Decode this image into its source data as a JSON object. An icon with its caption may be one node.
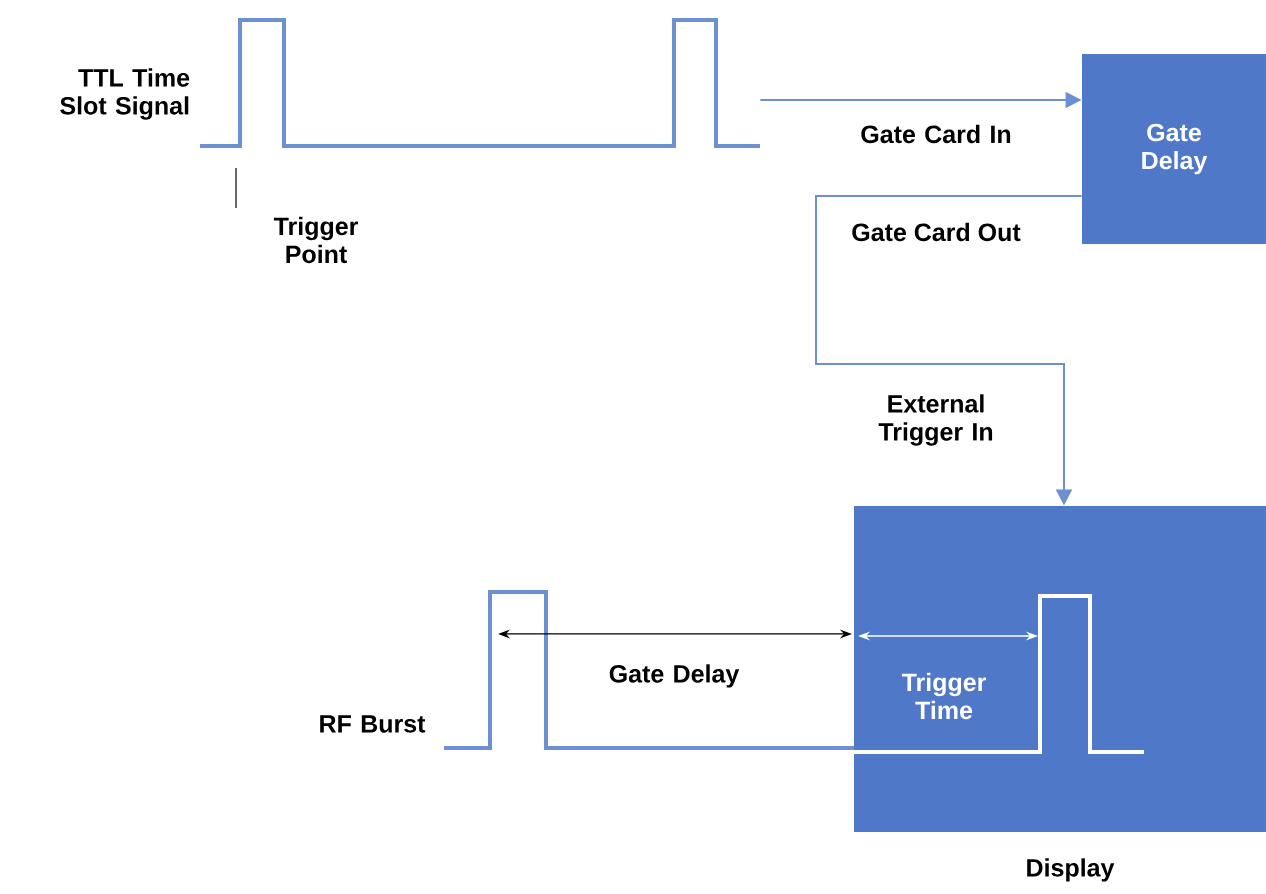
{
  "diagram": {
    "nodes": [
      {
        "text": [
          "TTL Time Slot Signal"
        ]
      },
      {
        "text": [
          "Gate Delay"
        ],
        "beside": [
          "Gate Card Out"
        ]
      },
      {
        "text": [],
        "shape": "box",
        "beside": [
          "Display"
        ]
      }
    ],
    "edges": [
      {
        "from": 0,
        "to": 1,
        "arrow": "to",
        "label": "Gate Card In"
      },
      {
        "from": 1,
        "to": 2,
        "arrow": "to",
        "label": "External Trigger In"
      }
    ],
    "labels": [
      "Trigger Point",
      "RF Burst",
      "Gate Delay",
      "Trigger Time"
    ]
  }
}
